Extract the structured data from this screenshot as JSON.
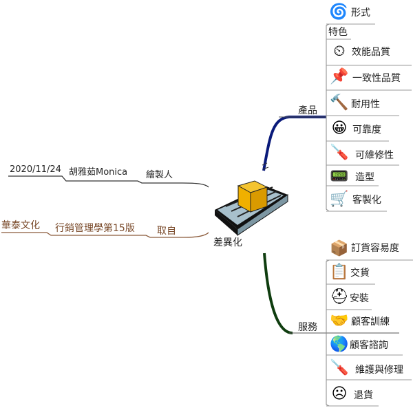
{
  "central": {
    "label": "差異化"
  },
  "left_branches": {
    "author": {
      "label": "繪製人",
      "name": "胡雅茹Monica",
      "date": "2020/11/24"
    },
    "source": {
      "label": "取自",
      "book": "行銷管理學第15版",
      "publisher": "華泰文化"
    }
  },
  "product": {
    "label": "產品",
    "color": "#0a1a7a",
    "items": [
      {
        "label": "形式",
        "icon": "spring-icon"
      },
      {
        "label": "特色",
        "icon": ""
      },
      {
        "label": "效能品質",
        "icon": "gauge-icon"
      },
      {
        "label": "一致性品質",
        "icon": "nail-icon"
      },
      {
        "label": "耐用性",
        "icon": "hammer-icon"
      },
      {
        "label": "可靠度",
        "icon": "smiley-icon"
      },
      {
        "label": "可維修性",
        "icon": "screwdriver-icon"
      },
      {
        "label": "造型",
        "icon": "device-icon"
      },
      {
        "label": "客製化",
        "icon": "shopping-cart-icon"
      }
    ]
  },
  "service": {
    "label": "服務",
    "color": "#0f3d0f",
    "items": [
      {
        "label": "訂貨容易度",
        "icon": "package-icon"
      },
      {
        "label": "交貨",
        "icon": "checklist-icon"
      },
      {
        "label": "安裝",
        "icon": "hard-hat-icon"
      },
      {
        "label": "顧客訓練",
        "icon": "handshake-icon"
      },
      {
        "label": "顧客諮詢",
        "icon": "globe-icon"
      },
      {
        "label": "維護與修理",
        "icon": "screwdriver-icon"
      },
      {
        "label": "退貨",
        "icon": "sad-face-icon"
      }
    ]
  }
}
